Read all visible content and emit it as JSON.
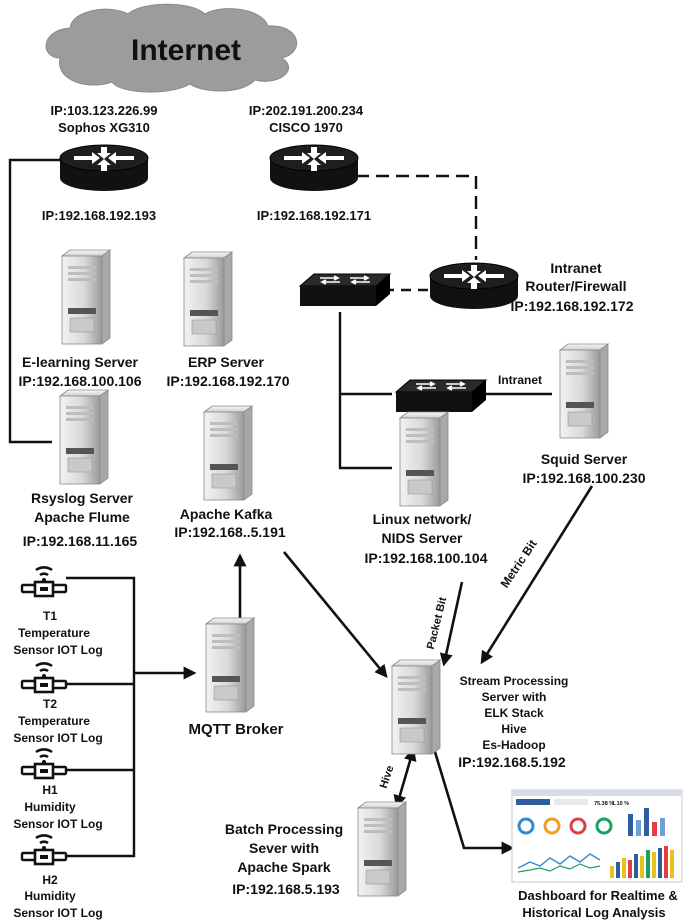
{
  "cloud": {
    "label": "Internet"
  },
  "routers": {
    "sophos": {
      "ip_public": "IP:103.123.226.99",
      "name": "Sophos XG310",
      "ip_private": "IP:192.168.192.193"
    },
    "cisco": {
      "ip_public": "IP:202.191.200.234",
      "name": "CISCO 1970",
      "ip_private": "IP:192.168.192.171"
    },
    "intranet": {
      "line1": "Intranet",
      "line2": "Router/Firewall",
      "ip": "IP:192.168.192.172"
    }
  },
  "servers": {
    "elearning": {
      "name": "E-learning Server",
      "ip": "IP:192.168.100.106"
    },
    "erp": {
      "name": "ERP Server",
      "ip": "IP:192.168.192.170"
    },
    "rsyslog": {
      "line1": "Rsyslog Server",
      "line2": "Apache Flume",
      "ip": "IP:192.168.11.165"
    },
    "kafka": {
      "name": "Apache Kafka",
      "ip": "IP:192.168..5.191"
    },
    "linux": {
      "line1": "Linux network/",
      "line2": "NIDS Server",
      "ip": "IP:192.168.100.104"
    },
    "squid": {
      "name": "Squid Server",
      "ip": "IP:192.168.100.230"
    },
    "mqtt": {
      "name": "MQTT Broker"
    },
    "stream": {
      "line1": "Stream Processing",
      "line2": "Server with",
      "line3": "ELK Stack",
      "line4": "Hive",
      "line5": "Es-Hadoop",
      "ip": "IP:192.168.5.192"
    },
    "batch": {
      "line1": "Batch Processing",
      "line2": "Sever with",
      "line3": "Apache Spark",
      "ip": "IP:192.168.5.193"
    }
  },
  "sensors": [
    {
      "id": "T1",
      "line1": "Temperature",
      "line2": "Sensor IOT Log"
    },
    {
      "id": "T2",
      "line1": "Temperature",
      "line2": "Sensor IOT Log"
    },
    {
      "id": "H1",
      "line1": "Humidity",
      "line2": "Sensor IOT Log"
    },
    {
      "id": "H2",
      "line1": "Humidity",
      "line2": "Sensor IOT Log"
    }
  ],
  "edge_labels": {
    "intranet": "Intranet",
    "packet_bit": "Packet Bit",
    "metric_bit": "Metric Bit",
    "hive": "Hive"
  },
  "dashboard": {
    "line1": "Dashboard for Realtime &",
    "line2": "Historical Log Analysis",
    "kpis": [
      "75.38 %",
      "1.10 %"
    ]
  }
}
